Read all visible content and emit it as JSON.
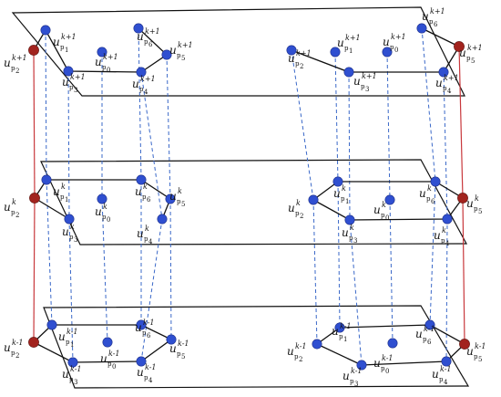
{
  "colors": {
    "node": "#2f4fd0",
    "endpoint": "#a2231e",
    "link": "#c8383c",
    "dashed": "#3a68c8",
    "edge": "#111111"
  },
  "symbols": {
    "base": "u",
    "sub_prefix": "p"
  },
  "diagram": {
    "layers": [
      {
        "id": "top",
        "superscript": "k+1",
        "left_nodes": [
          [
            "p2",
            "2"
          ],
          [
            "p1",
            "1"
          ],
          [
            "p6",
            "6"
          ],
          [
            "p0",
            "0"
          ],
          [
            "p5",
            "5"
          ],
          [
            "p3",
            "3"
          ],
          [
            "p4",
            "4"
          ]
        ],
        "right_nodes": [
          [
            "p6",
            "6"
          ],
          [
            "p2",
            "2"
          ],
          [
            "p1",
            "1"
          ],
          [
            "p0",
            "0"
          ],
          [
            "p5",
            "5"
          ],
          [
            "p3",
            "3"
          ],
          [
            "p4",
            "4"
          ]
        ]
      },
      {
        "id": "middle",
        "superscript": "k",
        "left_nodes": [
          [
            "p2",
            "2"
          ],
          [
            "p1",
            "1"
          ],
          [
            "p6",
            "6"
          ],
          [
            "p0",
            "0"
          ],
          [
            "p5",
            "5"
          ],
          [
            "p3",
            "3"
          ],
          [
            "p4",
            "4"
          ]
        ],
        "right_nodes": [
          [
            "p2",
            "2"
          ],
          [
            "p1",
            "1"
          ],
          [
            "p6",
            "6"
          ],
          [
            "p0",
            "0"
          ],
          [
            "p5",
            "5"
          ],
          [
            "p3",
            "3"
          ],
          [
            "p4",
            "4"
          ]
        ]
      },
      {
        "id": "bottom",
        "superscript": "k-1",
        "left_nodes": [
          [
            "p2",
            "2"
          ],
          [
            "p1",
            "1"
          ],
          [
            "p6",
            "6"
          ],
          [
            "p0",
            "0"
          ],
          [
            "p5",
            "5"
          ],
          [
            "p3",
            "3"
          ],
          [
            "p4",
            "4"
          ]
        ],
        "right_nodes": [
          [
            "p2",
            "2"
          ],
          [
            "p1",
            "1"
          ],
          [
            "p6",
            "6"
          ],
          [
            "p0",
            "0"
          ],
          [
            "p5",
            "5"
          ],
          [
            "p3",
            "3"
          ],
          [
            "p4",
            "4"
          ]
        ]
      }
    ]
  }
}
